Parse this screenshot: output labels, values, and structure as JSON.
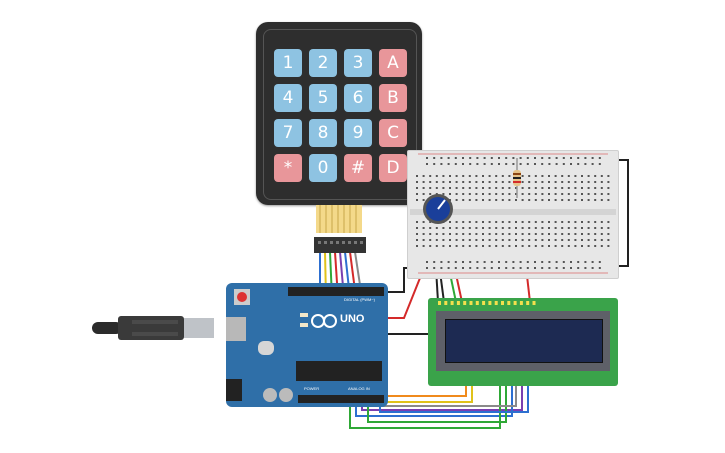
{
  "keypad": {
    "rows": [
      [
        "1",
        "2",
        "3",
        "A"
      ],
      [
        "4",
        "5",
        "6",
        "B"
      ],
      [
        "7",
        "8",
        "9",
        "C"
      ],
      [
        "*",
        "0",
        "#",
        "D"
      ]
    ]
  },
  "arduino": {
    "brand": "UNO",
    "header_digital": "DIGITAL (PWM~)",
    "header_power": "POWER",
    "header_analog": "ANALOG IN"
  },
  "colors": {
    "arduino_board": "#2f6fa8",
    "keypad_body": "#2e2e2e",
    "key_number": "#8ec3e2",
    "key_letter": "#e8969a",
    "breadboard": "#e7e7e7",
    "lcd_pcb": "#3aa34a",
    "lcd_screen": "#1d2a52",
    "wire_red": "#d42a2a",
    "wire_black": "#222222",
    "wire_green": "#2fa836",
    "wire_orange": "#f08a1c",
    "wire_yellow": "#e0c21a",
    "wire_purple": "#7a3fb0",
    "wire_blue": "#2d6fd0",
    "wire_gray": "#8a8a8a"
  }
}
